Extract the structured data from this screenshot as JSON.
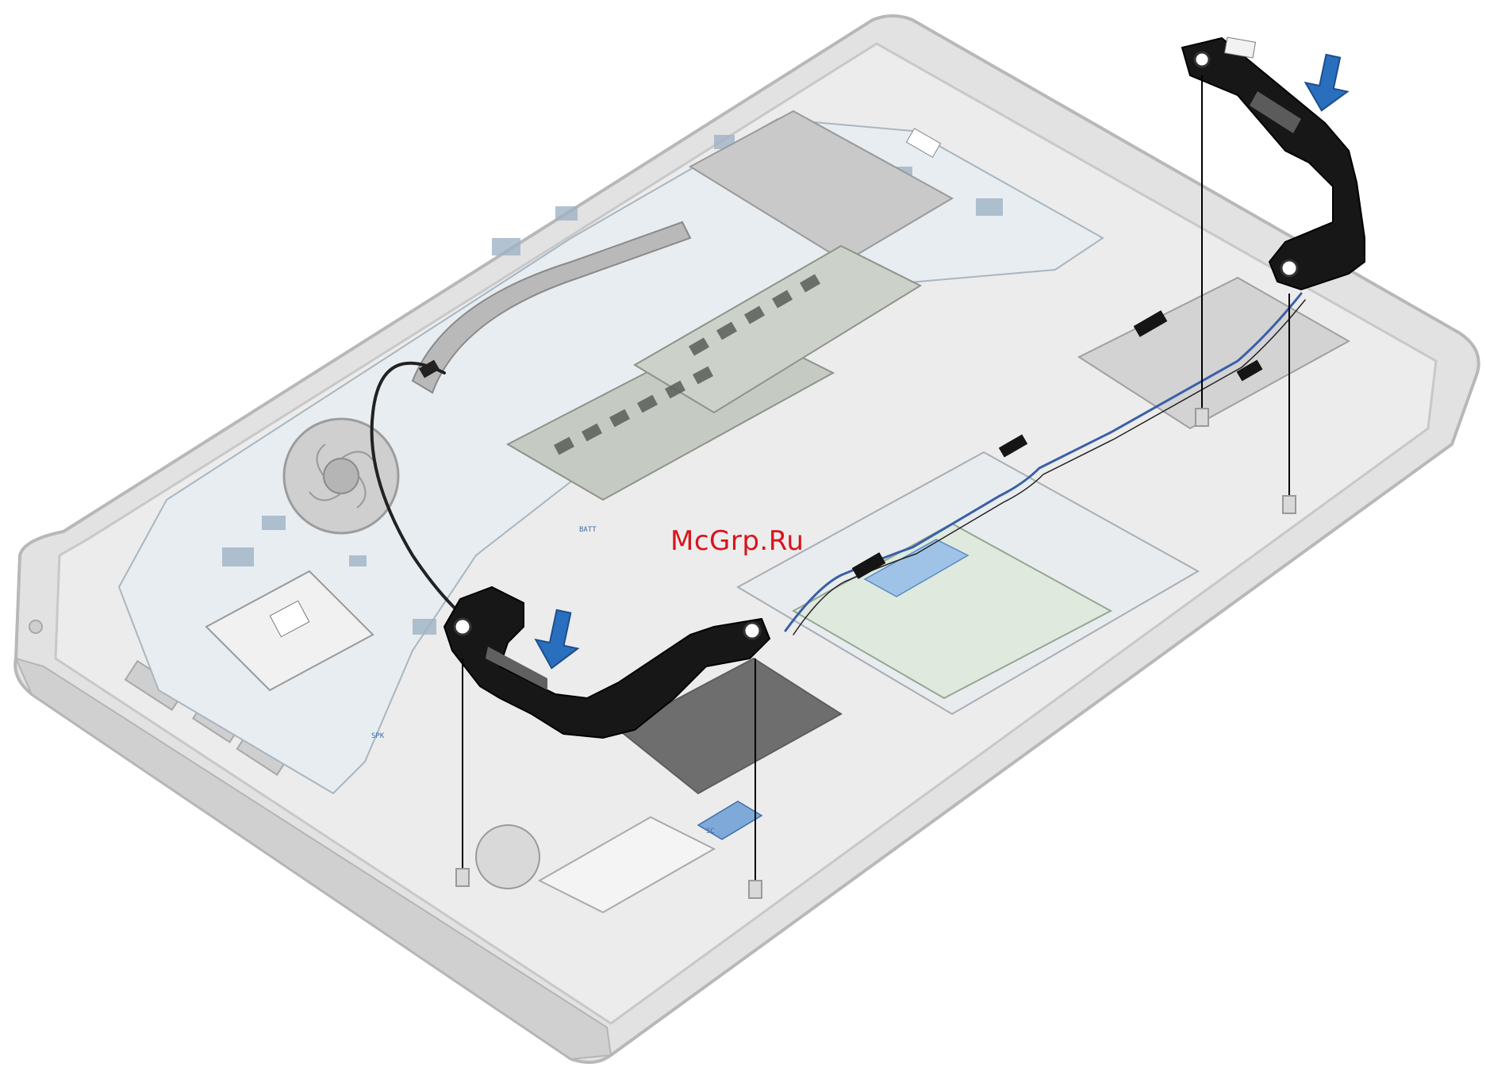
{
  "watermark": {
    "text": "McGrp.Ru",
    "color": "#d8141c"
  },
  "labels": {
    "board_spk": "SPK",
    "board_batt": "BATT",
    "board_sc": "SC"
  },
  "colors": {
    "chassis": "#dcdcdc",
    "chassis_edge": "#bdbdbd",
    "board": "#e8eef2",
    "ram": "#c6ccc6",
    "speaker": "#141414",
    "arrow": "#2a6fbe",
    "cable_blue": "#3a5fa8",
    "guide": "#000000"
  },
  "icons": {
    "arrow": "down-arrow-icon",
    "screw": "screw-hole-icon"
  },
  "steps": [
    {
      "id": 1,
      "action": "press-down",
      "part": "right-speaker"
    },
    {
      "id": 2,
      "action": "press-down",
      "part": "left-speaker"
    }
  ]
}
